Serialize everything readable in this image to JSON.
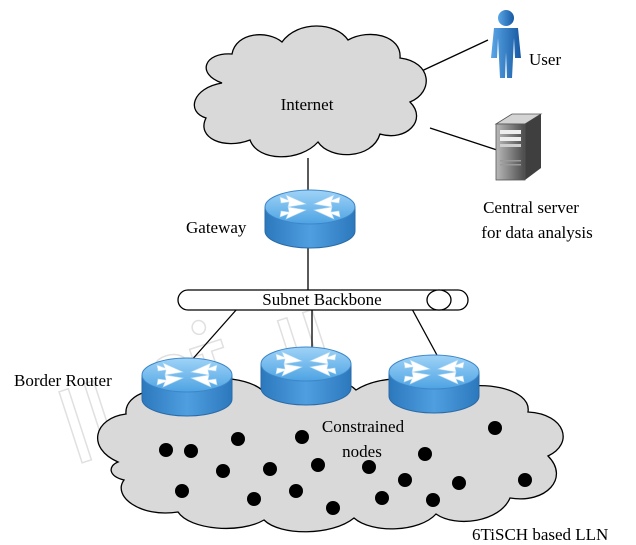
{
  "labels": {
    "internet": "Internet",
    "user": "User",
    "central_server_line1": "Central server",
    "central_server_line2": "for data analysis",
    "gateway": "Gateway",
    "subnet_backbone": "Subnet Backbone",
    "border_router": "Border Router",
    "constrained_nodes_line1": "Constrained",
    "constrained_nodes_line2": "nodes",
    "lln": "6TiSCH based LLN"
  },
  "colors": {
    "cloud_fill": "#d9d9d9",
    "router_top": "#6fb8ec",
    "router_side": "#2b7fc4",
    "user_blue": "#1f6fc0",
    "server_gray": "#6e6e6e",
    "node": "#000000"
  },
  "icons": {
    "user": "person-icon",
    "server": "server-tower-icon",
    "router": "router-icon"
  }
}
